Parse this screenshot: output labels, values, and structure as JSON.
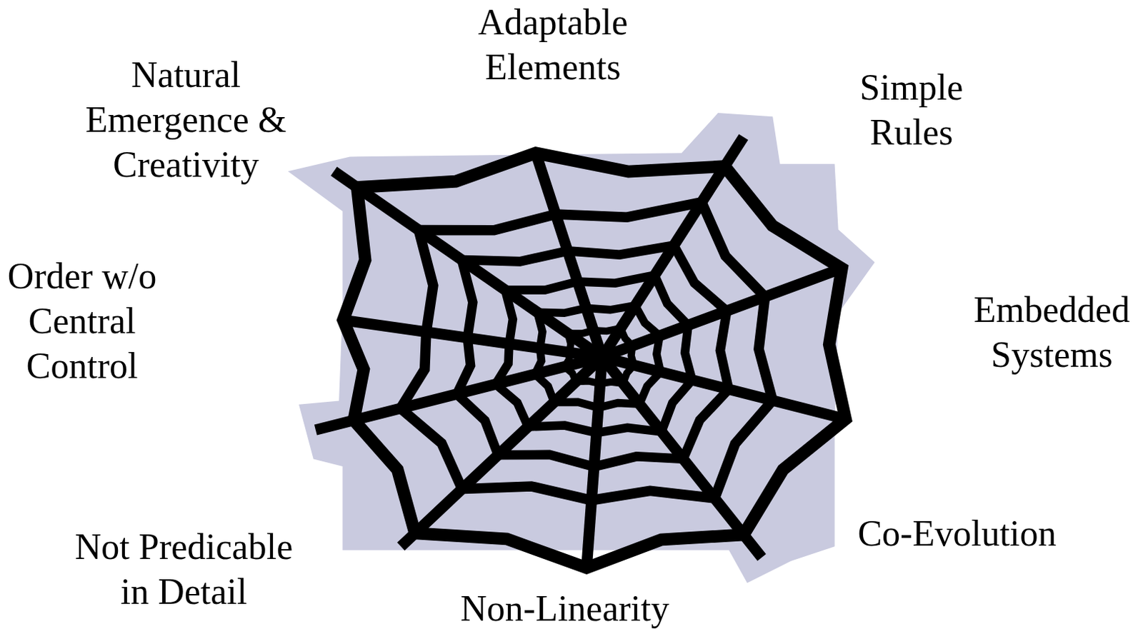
{
  "diagram": {
    "labels": [
      "Adaptable Elements",
      "Simple Rules",
      "Embedded Systems",
      "Co-Evolution",
      "Non-Linearity",
      "Not Predicable in Detail",
      "Order w/o Central Control",
      "Natural Emergence & Creativity"
    ]
  }
}
